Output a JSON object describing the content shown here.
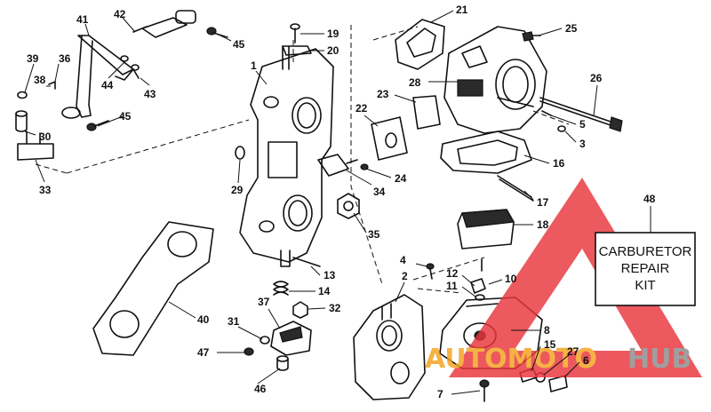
{
  "callouts": {
    "c1": "1",
    "c2": "2",
    "c3": "3",
    "c4": "4",
    "c5": "5",
    "c6": "6",
    "c7": "7",
    "c8": "8",
    "c10": "10",
    "c11": "11",
    "c12": "12",
    "c13": "13",
    "c14": "14",
    "c15": "15",
    "c16": "16",
    "c17": "17",
    "c18": "18",
    "c19": "19",
    "c20": "20",
    "c21": "21",
    "c22": "22",
    "c23": "23",
    "c24": "24",
    "c25": "25",
    "c26": "26",
    "c27": "27",
    "c28": "28",
    "c29": "29",
    "c30": "30",
    "c31": "31",
    "c32": "32",
    "c33": "33",
    "c34": "34",
    "c35": "35",
    "c36": "36",
    "c37": "37",
    "c38": "38",
    "c39": "39",
    "c40": "40",
    "c41": "41",
    "c42": "42",
    "c43": "43",
    "c44": "44",
    "c45a": "45",
    "c45b": "45",
    "c46": "46",
    "c47": "47",
    "c48": "48"
  },
  "kit_box": {
    "line1": "CARBURETOR",
    "line2": "REPAIR",
    "line3": "KIT"
  },
  "watermark": {
    "word_a": "AUTOMOTO",
    "word_b": "HUB"
  },
  "colors": {
    "watermark_red": "#e8343a",
    "watermark_orange": "#f4a21c",
    "watermark_gray": "#8a8a8a",
    "ink": "#111111"
  }
}
